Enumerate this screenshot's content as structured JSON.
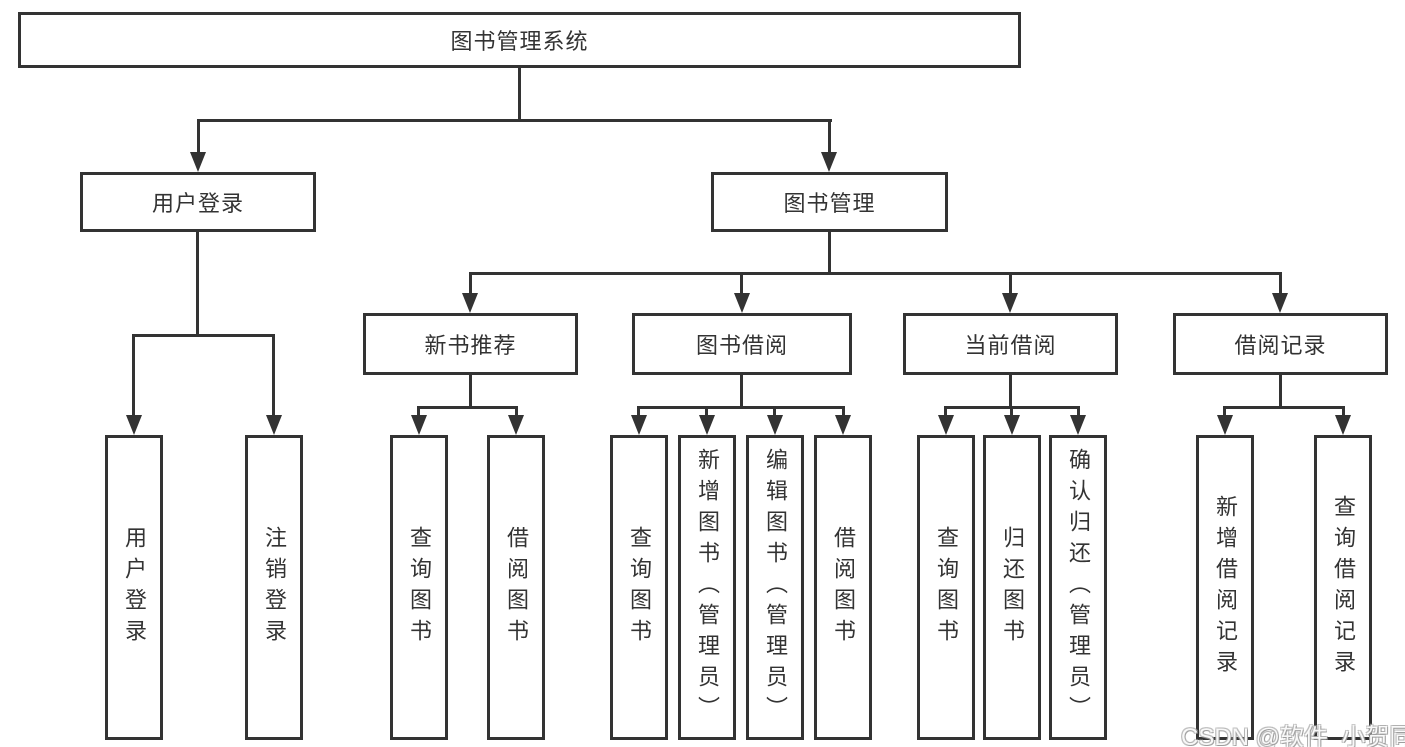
{
  "colors": {
    "line": "#333333",
    "box_border": "#333333",
    "box_fill": "#ffffff",
    "text": "#333333",
    "watermark_fill": "#ffffff",
    "watermark_outline": "#aaaaaa"
  },
  "nodes": {
    "root": "图书管理系统",
    "user_login": "用户登录",
    "book_mgmt": "图书管理",
    "new_book_rec": "新书推荐",
    "book_borrow": "图书借阅",
    "current_borrow": "当前借阅",
    "borrow_record": "借阅记录",
    "leaf_user_login": "用户登录",
    "leaf_logout": "注销登录",
    "leaf_nbr_query": "查询图书",
    "leaf_nbr_borrow": "借阅图书",
    "leaf_bb_query": "查询图书",
    "leaf_bb_add": "新增图书（管理员）",
    "leaf_bb_edit": "编辑图书（管理员）",
    "leaf_bb_borrow": "借阅图书",
    "leaf_cb_query": "查询图书",
    "leaf_cb_return": "归还图书",
    "leaf_cb_confirm": "确认归还（管理员）",
    "leaf_br_add": "新增借阅记录",
    "leaf_br_query": "查询借阅记录"
  },
  "watermark": "CSDN @软件_小贺同学"
}
